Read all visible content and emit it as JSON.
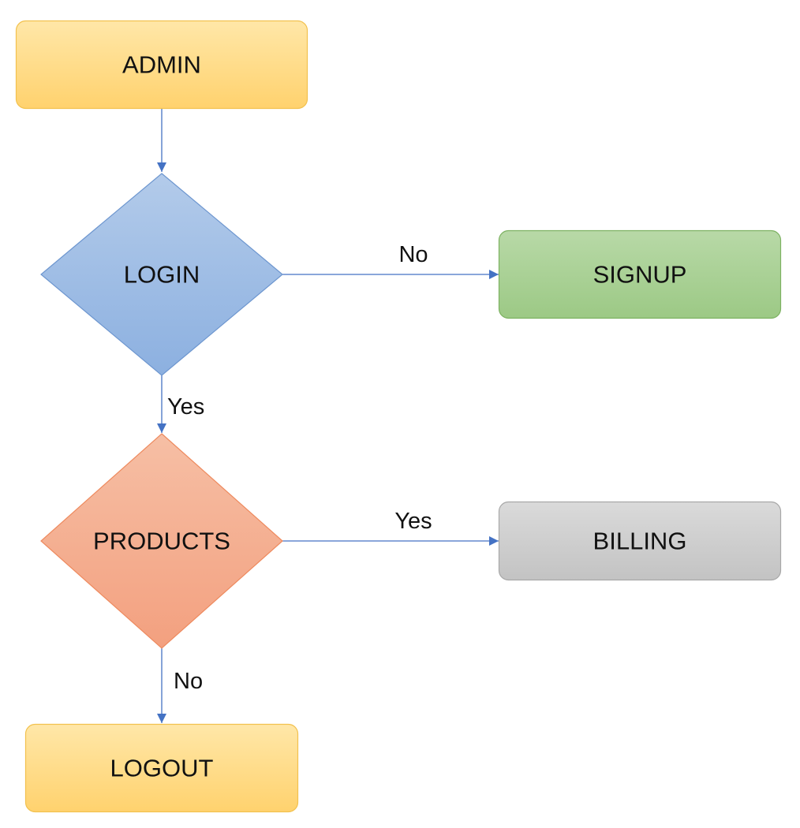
{
  "nodes": {
    "admin": {
      "label": "ADMIN"
    },
    "login": {
      "label": "LOGIN"
    },
    "signup": {
      "label": "SIGNUP"
    },
    "products": {
      "label": "PRODUCTS"
    },
    "billing": {
      "label": "BILLING"
    },
    "logout": {
      "label": "LOGOUT"
    }
  },
  "edges": {
    "login_signup": {
      "label": "No"
    },
    "login_products": {
      "label": "Yes"
    },
    "products_billing": {
      "label": "Yes"
    },
    "products_logout": {
      "label": "No"
    }
  },
  "colors": {
    "connector": "#4472C4",
    "yellow_top": "#FFE7A8",
    "yellow_bottom": "#FFD26E",
    "yellow_border": "#F2C14E",
    "blue_top": "#B3CBEA",
    "blue_bottom": "#8CB0E0",
    "blue_border": "#6D96CF",
    "green_top": "#B8D9A7",
    "green_bottom": "#9CC985",
    "green_border": "#7DB262",
    "orange_top": "#F6BFA5",
    "orange_bottom": "#F3A07F",
    "orange_border": "#EE8A5E",
    "gray_top": "#DADADA",
    "gray_bottom": "#C3C3C3",
    "gray_border": "#A8A8A8"
  }
}
